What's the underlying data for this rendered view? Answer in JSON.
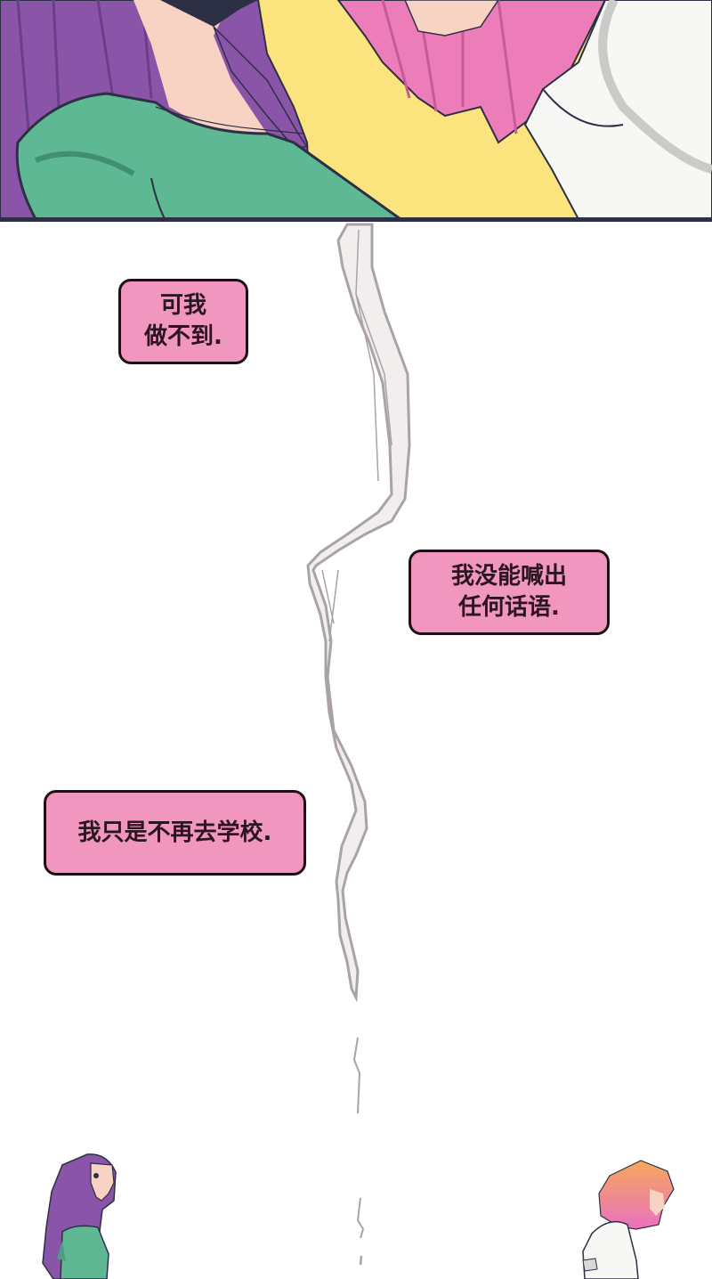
{
  "comic": {
    "top_panel": {
      "description": "Close-up: purple-haired girl in green shirt facing pink-haired girl in white shirt, yellow background",
      "colors": {
        "background": "#fbe37e",
        "purple_hair": "#8a55a8",
        "green_shirt": "#5fb894",
        "skin": "#f8d2c2",
        "pink_hair": "#ec7db8",
        "white_shirt": "#f7f7f5",
        "outline": "#2d2f45"
      }
    },
    "bubbles": [
      {
        "lines": [
          "可我",
          "做不到."
        ]
      },
      {
        "lines": [
          "我没能喊出",
          "任何话语."
        ]
      },
      {
        "lines": [
          "我只是不再去学校."
        ]
      }
    ],
    "bubble_colors": {
      "fill": "#f196be",
      "border": "#1e1116",
      "text": "#2a1520"
    },
    "ribbon_colors": {
      "fill": "#f3eeee",
      "stroke": "#a9a2a6"
    },
    "bottom_figures": [
      {
        "description": "Purple-haired girl in green shirt, side profile facing right"
      },
      {
        "description": "Orange-to-pink haired girl in white shirt, head lowered, facing right"
      }
    ]
  }
}
